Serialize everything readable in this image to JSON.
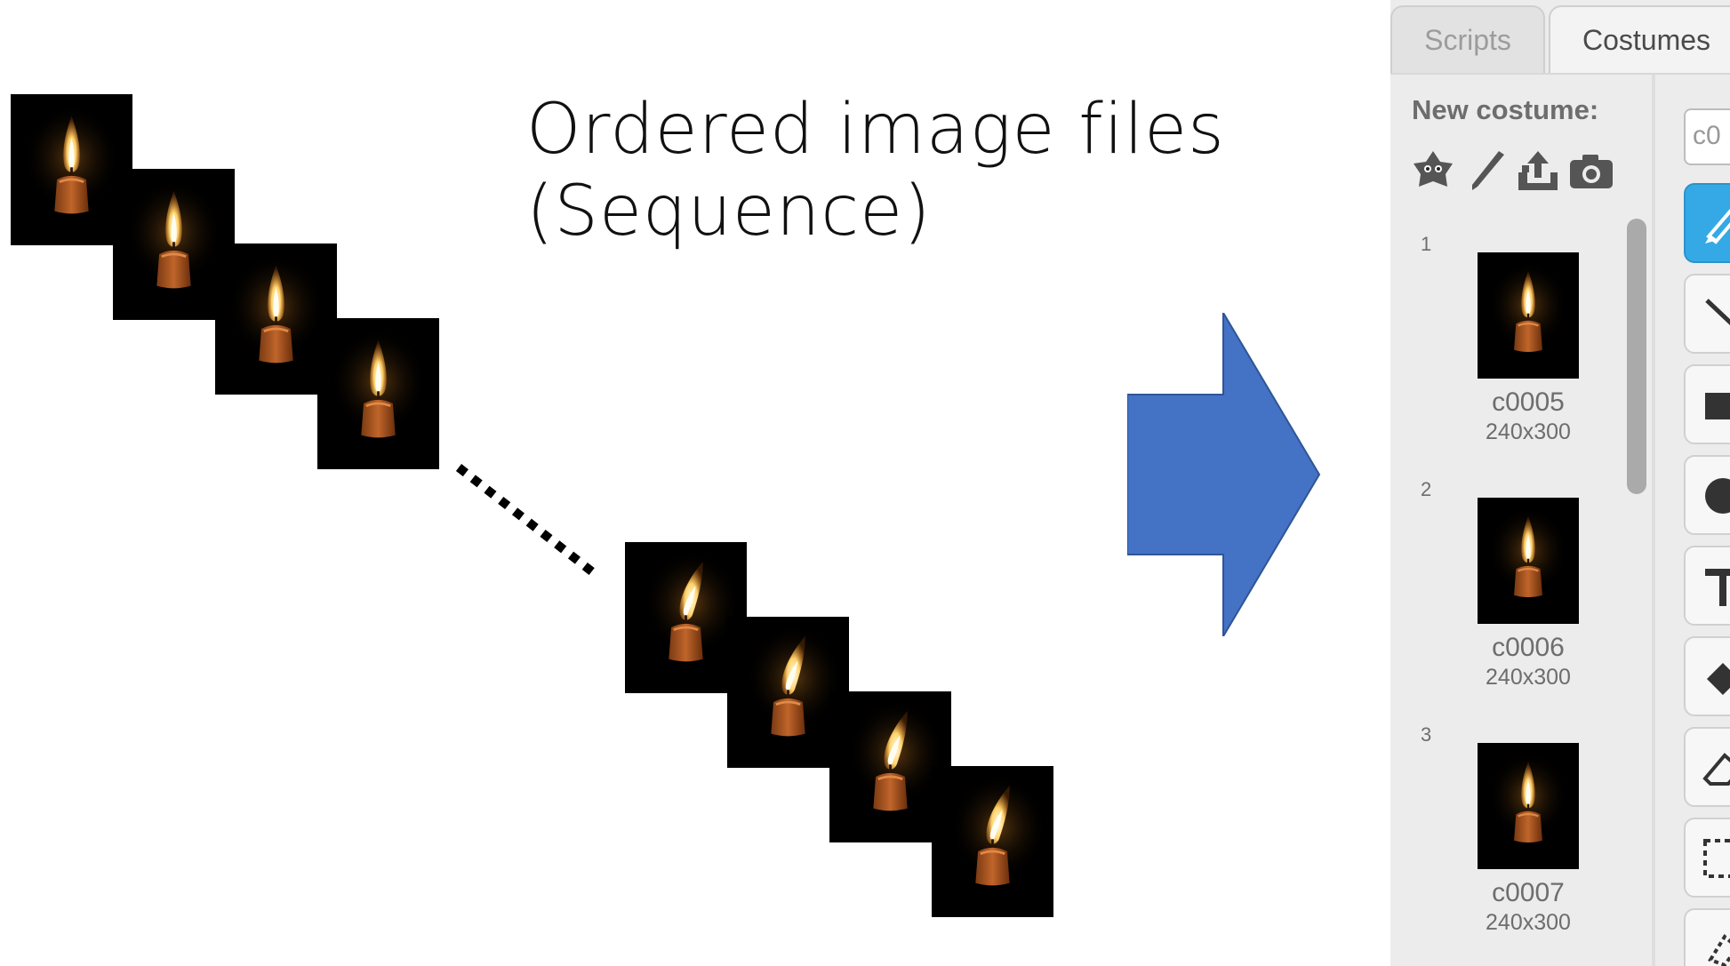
{
  "heading": {
    "line1": "Ordered image files",
    "line2": "(Sequence)"
  },
  "sequence_icons": {
    "ellipsis": "dotted-connector",
    "arrow": "right-arrow",
    "arrow_color": "#4472c4"
  },
  "scratch_panel": {
    "tabs": [
      {
        "label": "Scripts",
        "active": false
      },
      {
        "label": "Costumes",
        "active": true
      }
    ],
    "new_costume_label": "New costume:",
    "new_costume_icons": [
      "sprite-library-icon",
      "paint-brush-icon",
      "upload-icon",
      "camera-icon"
    ],
    "name_field_value": "c0",
    "costumes": [
      {
        "number": "1",
        "name": "c0005",
        "size": "240x300"
      },
      {
        "number": "2",
        "name": "c0006",
        "size": "240x300"
      },
      {
        "number": "3",
        "name": "c0007",
        "size": "240x300"
      }
    ],
    "tools": [
      "brush-tool-icon",
      "line-tool-icon",
      "rectangle-tool-icon",
      "ellipse-tool-icon",
      "text-tool-icon",
      "fill-tool-icon",
      "eraser-tool-icon",
      "select-tool-icon",
      "stamp-tool-icon"
    ],
    "accent_color": "#34a9e6"
  }
}
